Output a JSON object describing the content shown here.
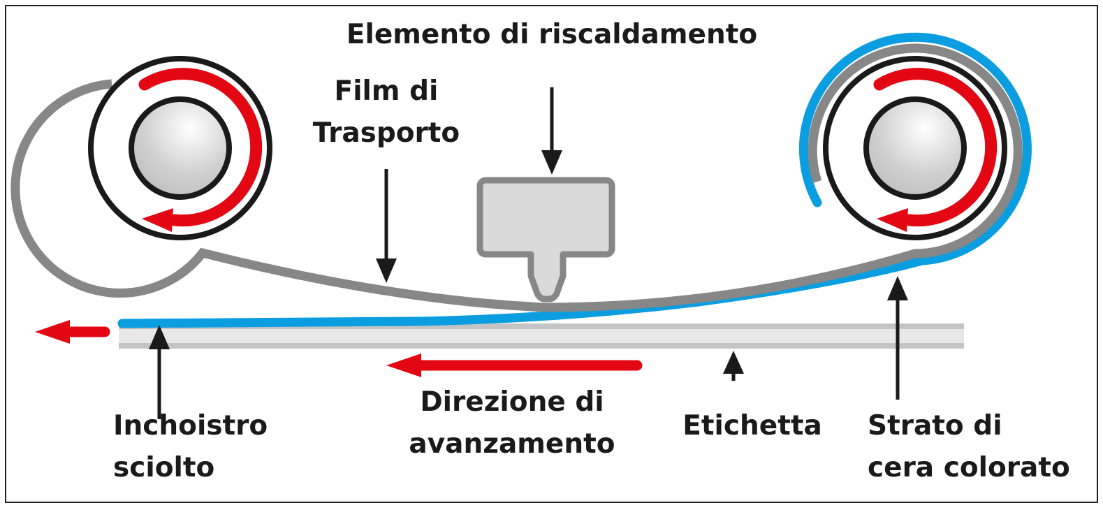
{
  "title": "Elemento di riscaldamento",
  "labels": {
    "heating_element": "Elemento di riscaldamento",
    "transport_film_line1": "Film di",
    "transport_film_line2": "Trasporto",
    "loose_ink_line1": "Inchoistro",
    "loose_ink_line2": "sciolto",
    "feed_direction_line1": "Direzione di",
    "feed_direction_line2": "avanzamento",
    "label": "Etichetta",
    "wax_layer_line1": "Strato di",
    "wax_layer_line2": "cera colorato"
  },
  "colors": {
    "film_gray": "#878787",
    "ink_blue": "#0a9ee0",
    "arrow_red": "#e30613",
    "label_strip": "#e8e8e8",
    "head_fill": "#dadada"
  }
}
